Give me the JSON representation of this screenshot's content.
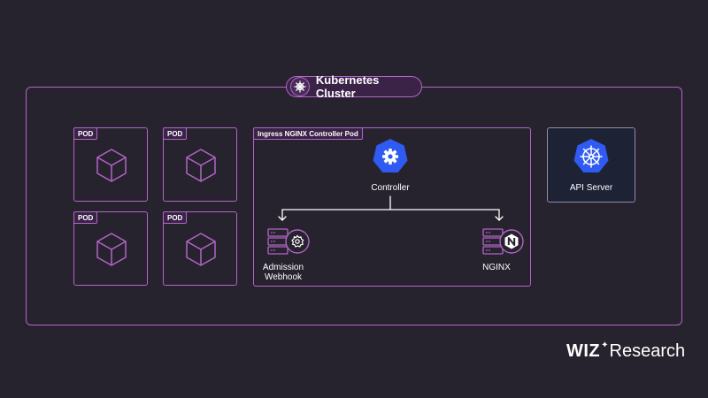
{
  "cluster": {
    "label": "Kubernetes Cluster"
  },
  "pods": [
    {
      "label": "POD"
    },
    {
      "label": "POD"
    },
    {
      "label": "POD"
    },
    {
      "label": "POD"
    }
  ],
  "controller_pod": {
    "label": "Ingress NGINX Controller Pod",
    "controller_label": "Controller",
    "webhook_label_line1": "Admission",
    "webhook_label_line2": "Webhook",
    "nginx_label": "NGINX"
  },
  "api_server": {
    "label": "API Server"
  },
  "branding": {
    "wiz": "WIZ",
    "star": "✦",
    "research": "Research"
  },
  "colors": {
    "background": "#27232e",
    "border_purple": "#b265c6",
    "accent_blue": "#2f5bf2",
    "api_bg": "#1e2235"
  }
}
